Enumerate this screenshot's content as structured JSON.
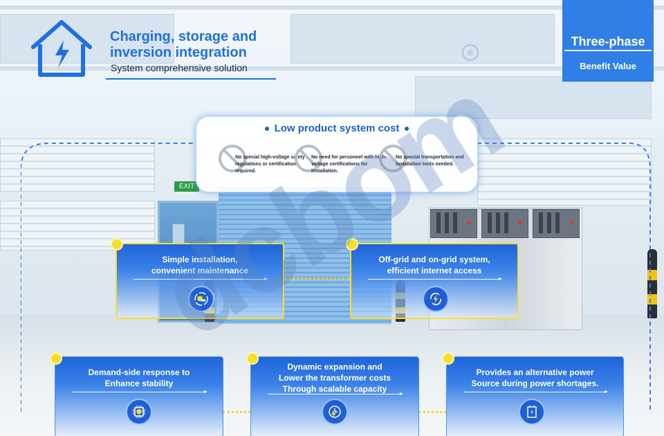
{
  "header": {
    "title_line1": "Charging, storage and",
    "title_line2": "inversion integration",
    "subtitle": "System comprehensive solution",
    "icon": "house-lightning-icon"
  },
  "badge": {
    "line1": "Three-phase",
    "line2": "Benefit Value"
  },
  "watermark": {
    "text": "dcbom",
    "mark": "®"
  },
  "scene": {
    "exit_sign": "EXIT"
  },
  "cost_panel": {
    "title": "Low product system cost",
    "items": [
      {
        "text": "No special high-voltage safety regulations or certifications required.",
        "icon": "prohibited-icon"
      },
      {
        "text": "No need for personnel with high-voltage certifications for installation.",
        "icon": "prohibited-icon"
      },
      {
        "text": "No special transportation and installation tools needed.",
        "icon": "prohibited-icon"
      }
    ]
  },
  "cards": [
    {
      "title_line1": "Simple installation,",
      "title_line2": "convenient maintenance",
      "icon": "coins-cycle-icon"
    },
    {
      "title_line1": "Off-grid and on-grid system,",
      "title_line2": "efficient internet access",
      "icon": "lightning-cycle-icon"
    },
    {
      "title_line1": "Demand-side response to",
      "title_line2": "Enhance stability",
      "icon": "chip-shield-icon"
    },
    {
      "title_line1": "Dynamic expansion and",
      "title_line2": "Lower the transformer costs",
      "title_line3": "Through scalable capacity",
      "icon": "clock-lightning-icon"
    },
    {
      "title_line1": "Provides an alternative power",
      "title_line2": "Source during power shortages.",
      "icon": "battery-cabinet-icon"
    }
  ],
  "colors": {
    "accent_blue": "#1f6fe6",
    "badge_blue": "#2f7fe6",
    "highlight_yellow": "#f5df2a"
  }
}
